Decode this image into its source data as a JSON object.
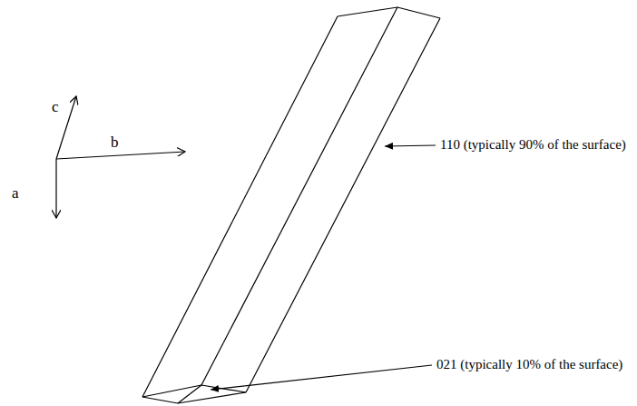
{
  "diagram": {
    "labels": [
      "c",
      "b",
      "a",
      "110 (typically 90% of the surface)",
      "021 (typically 10% of the surface)"
    ]
  }
}
